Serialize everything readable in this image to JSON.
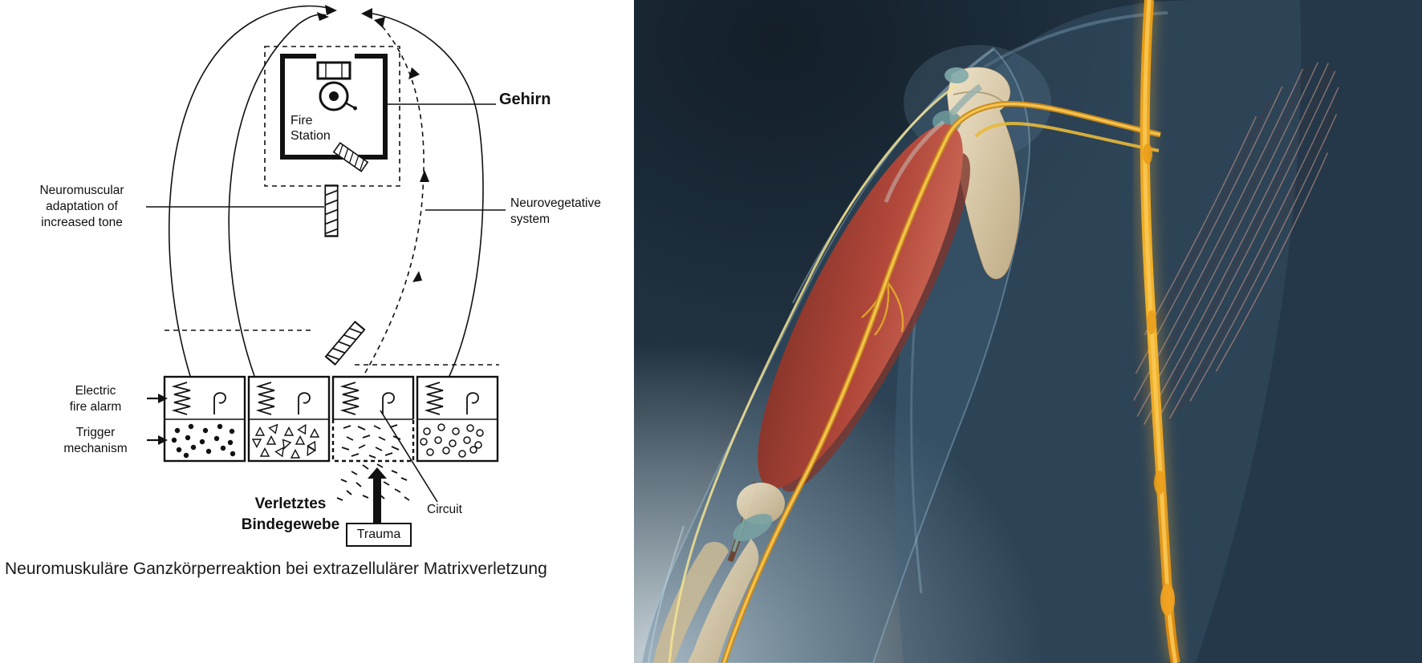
{
  "left": {
    "labels": {
      "gehirn": "Gehirn",
      "fire_station": [
        "Fire",
        "Station"
      ],
      "neuromuscular": [
        "Neuromuscular",
        "adaptation of",
        "increased tone"
      ],
      "neurovegetative": [
        "Neurovegetative",
        "system"
      ],
      "electric_fire_alarm": [
        "Electric",
        "fire alarm"
      ],
      "trigger_mechanism": [
        "Trigger",
        "mechanism"
      ],
      "verletztes_bindegewebe": [
        "Verletztes",
        "Bindegewebe"
      ],
      "circuit": "Circuit",
      "trauma": "Trauma",
      "caption": "Neuromuskuläre Ganzkörperreaktion bei extrazellulärer Matrixverletzung"
    }
  },
  "colors": {
    "background_dark": "#203140",
    "muscle_highlight": "#d4705c",
    "muscle_red": "#b0473a",
    "muscle_shadow": "#7e2f26",
    "bone_light": "#eee3c8",
    "bone_dark": "#bfab85",
    "nerve_bright": "#f3c44f",
    "nerve_pale": "#f3e393",
    "sympathetic_orange": "#e79a14",
    "sympathetic_highlight": "#f8c854",
    "cartilage_teal": "#78a2a2",
    "diagram_ink": "#111111"
  }
}
